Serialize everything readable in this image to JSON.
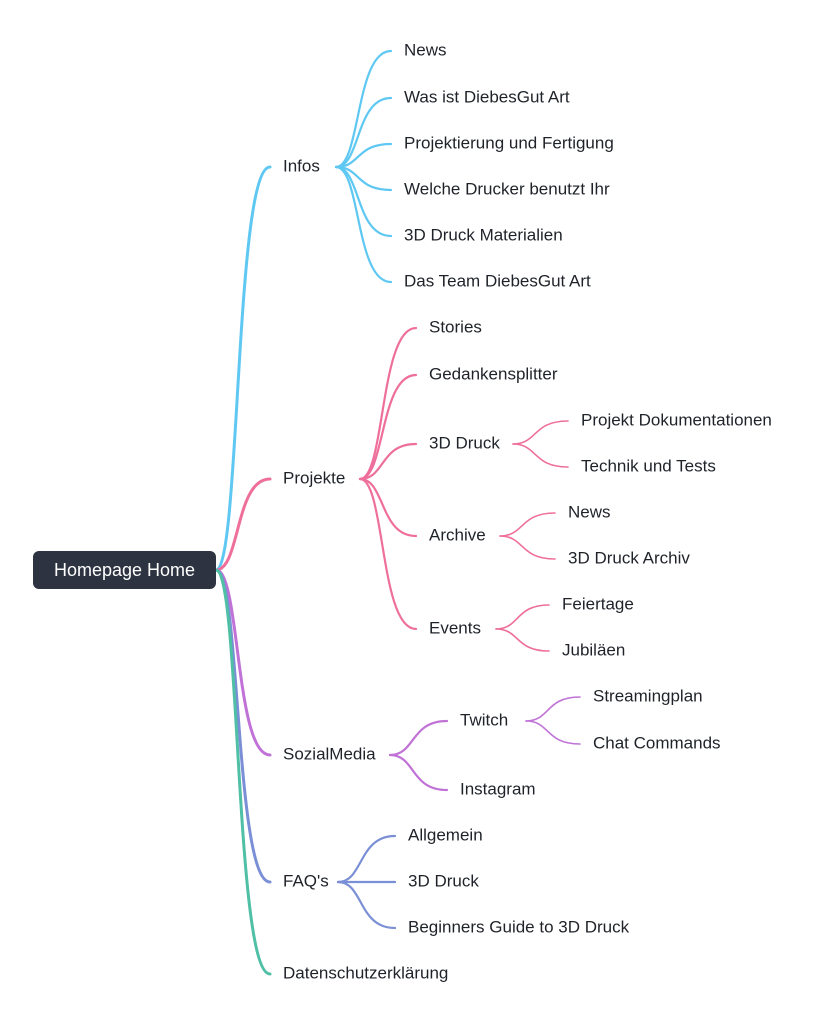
{
  "root": {
    "label": "Homepage Home"
  },
  "branches": [
    {
      "id": "infos",
      "label": "Infos",
      "color": "#5ec8f2",
      "children": [
        {
          "label": "News"
        },
        {
          "label": "Was ist DiebesGut Art"
        },
        {
          "label": "Projektierung und Fertigung"
        },
        {
          "label": "Welche Drucker benutzt Ihr"
        },
        {
          "label": "3D Druck Materialien"
        },
        {
          "label": "Das Team DiebesGut Art"
        }
      ]
    },
    {
      "id": "projekte",
      "label": "Projekte",
      "color": "#ee6f9b",
      "children": [
        {
          "label": "Stories"
        },
        {
          "label": "Gedankensplitter"
        },
        {
          "label": "3D Druck",
          "children": [
            {
              "label": "Projekt Dokumentationen"
            },
            {
              "label": "Technik und Tests"
            }
          ]
        },
        {
          "label": "Archive",
          "children": [
            {
              "label": "News"
            },
            {
              "label": "3D Druck Archiv"
            }
          ]
        },
        {
          "label": "Events",
          "children": [
            {
              "label": "Feiertage"
            },
            {
              "label": "Jubiläen"
            }
          ]
        }
      ]
    },
    {
      "id": "sozialmedia",
      "label": "SozialMedia",
      "color": "#c072d6",
      "children": [
        {
          "label": "Twitch",
          "children": [
            {
              "label": "Streamingplan"
            },
            {
              "label": "Chat Commands"
            }
          ]
        },
        {
          "label": "Instagram"
        }
      ]
    },
    {
      "id": "faqs",
      "label": "FAQ's",
      "color": "#7b8fd6",
      "children": [
        {
          "label": "Allgemein"
        },
        {
          "label": "3D Druck"
        },
        {
          "label": "Beginners Guide to 3D Druck"
        }
      ]
    },
    {
      "id": "datenschutz",
      "label": "Datenschutzerklärung",
      "color": "#4fbfa5",
      "children": []
    }
  ]
}
